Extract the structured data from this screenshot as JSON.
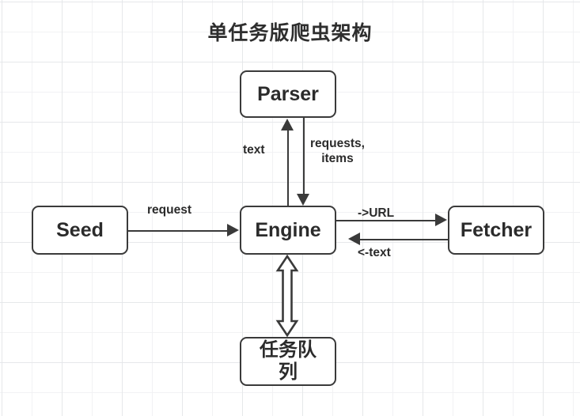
{
  "diagram": {
    "title": "单任务版爬虫架构",
    "type": "flow-diagram",
    "colors": {
      "stroke": "#3a3a3a",
      "text": "#2b2b2b",
      "background": "#ffffff",
      "grid_minor": "#f0f1f3",
      "grid_major": "#e4e6e9"
    },
    "nodes": [
      {
        "id": "parser",
        "label": "Parser",
        "script": "latin"
      },
      {
        "id": "seed",
        "label": "Seed",
        "script": "latin"
      },
      {
        "id": "engine",
        "label": "Engine",
        "script": "latin"
      },
      {
        "id": "fetcher",
        "label": "Fetcher",
        "script": "latin"
      },
      {
        "id": "queue",
        "label": "任务队列",
        "script": "cjk"
      }
    ],
    "edges": [
      {
        "id": "seed-engine",
        "from": "seed",
        "to": "engine",
        "label": "request",
        "style": "single-arrow"
      },
      {
        "id": "engine-parser",
        "from": "engine",
        "to": "parser",
        "label": "text",
        "style": "single-arrow"
      },
      {
        "id": "parser-engine",
        "from": "parser",
        "to": "engine",
        "label": "requests,\nitems",
        "style": "single-arrow"
      },
      {
        "id": "engine-fetcher",
        "from": "engine",
        "to": "fetcher",
        "label": "->URL",
        "style": "single-arrow"
      },
      {
        "id": "fetcher-engine",
        "from": "fetcher",
        "to": "engine",
        "label": "<-text",
        "style": "single-arrow"
      },
      {
        "id": "engine-queue",
        "from": "engine",
        "to": "queue",
        "label": "",
        "style": "hollow-double-arrow"
      }
    ]
  }
}
